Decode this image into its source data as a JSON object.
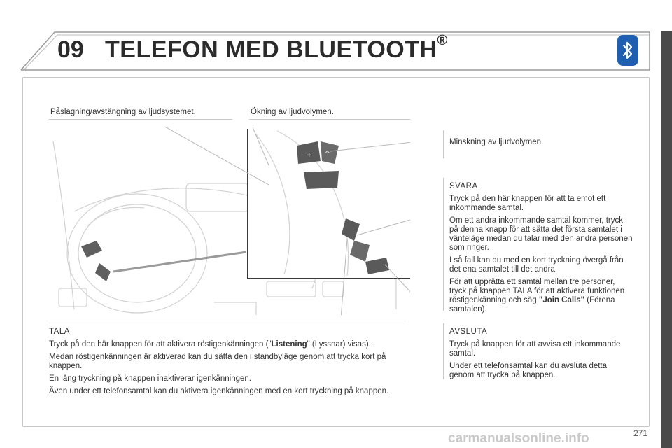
{
  "header": {
    "chapter_number": "09",
    "title": "TELEFON MED BLUETOOTH",
    "title_mark": "®",
    "icon": "bluetooth-icon",
    "accent_color": "#1f5fb0"
  },
  "callouts": {
    "power": "Påslagning/avstängning av ljudsystemet.",
    "volume_up": "Ökning av ljudvolymen.",
    "volume_down": "Minskning av ljudvolymen."
  },
  "svara": {
    "heading": "SVARA",
    "p1": "Tryck på den här knappen för att ta emot ett inkommande samtal.",
    "p2": "Om ett andra inkommande samtal kommer, tryck på denna knapp för att sätta det första samtalet i vänteläge medan du talar med den andra personen som ringer.",
    "p3": "I så fall kan du med en kort tryckning övergå från det ena samtalet till det andra.",
    "p4_pre": "För att upprätta ett samtal mellan tre personer, tryck på knappen TALA för att aktivera funktionen röstigenkänning och säg ",
    "p4_bold": "\"Join Calls\"",
    "p4_post": " (Förena samtalen)."
  },
  "avsluta": {
    "heading": "AVSLUTA",
    "p1": "Tryck på knappen för att avvisa ett inkommande samtal.",
    "p2": "Under ett telefonsamtal kan du avsluta detta genom att trycka på knappen."
  },
  "tala": {
    "heading": "TALA",
    "p1_pre": "Tryck på den här knappen för att aktivera röstigenkänningen (\"",
    "p1_bold": "Listening",
    "p1_post": "\" (Lyssnar) visas).",
    "p2": "Medan röstigenkänningen är aktiverad kan du sätta den i standbyläge genom att trycka kort på knappen.",
    "p3": "En lång tryckning på knappen inaktiverar igenkänningen.",
    "p4": "Även under ett telefonsamtal kan du aktivera igenkänningen med en kort tryckning på knappen."
  },
  "footer": {
    "page_number": "271",
    "watermark": "carmanualsonline.info"
  }
}
